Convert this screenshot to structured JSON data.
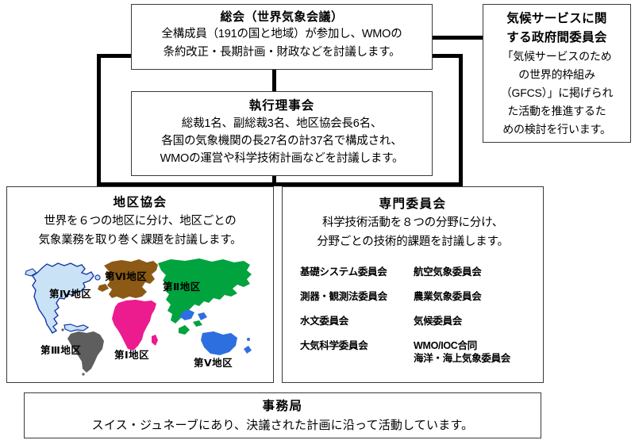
{
  "diagram": {
    "title": "WMO organizational chart",
    "assembly": {
      "title": "総会（世界気象会議）",
      "line1": "全構成員（191の国と地域）が参加し、WMOの",
      "line2": "条約改正・長期計画・財政などを討議します。"
    },
    "climate": {
      "title_line1": "気候サービスに関",
      "title_line2": "する政府間委員会",
      "line1": "「気候サービスのため",
      "line2": "の世界的枠組み",
      "line3": "（GFCS）」に掲げられ",
      "line4": "た活動を推進するた",
      "line5": "めの検討を行います。"
    },
    "executive": {
      "title": "執行理事会",
      "line1": "総裁1名、副総裁3名、地区協会長6名、",
      "line2": "各国の気象機関の長27名の計37名で構成され、",
      "line3": "WMOの運営や科学技術計画などを討議します。"
    },
    "regional": {
      "title": "地区協会",
      "line1": "世界を６つの地区に分け、地区ごとの",
      "line2": "気象業務を取り巻く課題を討議します。",
      "regions": [
        {
          "label": "第Ⅰ地区",
          "color": "#EC1B8E",
          "name": "Africa"
        },
        {
          "label": "第Ⅱ地区",
          "color": "#00A33E",
          "name": "Asia"
        },
        {
          "label": "第Ⅲ地区",
          "color": "#5E5E5E",
          "name": "South America"
        },
        {
          "label": "第Ⅳ地区",
          "color": "#C9E2F5",
          "name": "North America"
        },
        {
          "label": "第Ⅴ地区",
          "color": "#2E6FE0",
          "name": "South-West Pacific"
        },
        {
          "label": "第Ⅵ地区",
          "color": "#8C5A14",
          "name": "Europe"
        }
      ]
    },
    "technical": {
      "title": "専門委員会",
      "line1": "科学技術活動を８つの分野に分け、",
      "line2": "分野ごとの技術的課題を討議します。",
      "commissions": [
        "基礎システム委員会",
        "航空気象委員会",
        "測器・観測法委員会",
        "農業気象委員会",
        "水文委員会",
        "気候委員会",
        "大気科学委員会",
        "WMO/IOC合同\n海洋・海上気象委員会"
      ]
    },
    "secretariat": {
      "title": "事務局",
      "line1": "スイス・ジュネーブにあり、決議された計画に沿って活動しています。"
    }
  }
}
